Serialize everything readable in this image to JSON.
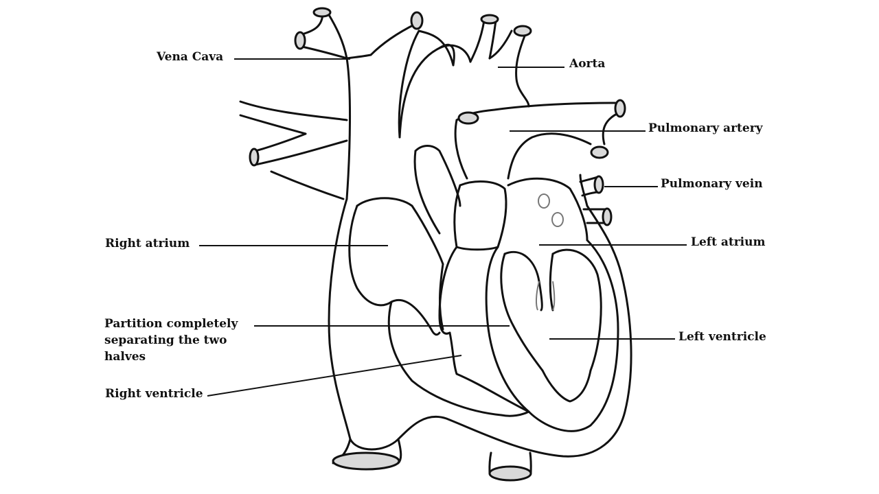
{
  "diagram": {
    "labels": {
      "vena_cava": "Vena Cava",
      "aorta": "Aorta",
      "pulmonary_artery": "Pulmonary artery",
      "pulmonary_vein": "Pulmonary vein",
      "right_atrium": "Right atrium",
      "left_atrium": "Left atrium",
      "partition": "Partition completely separating the two halves",
      "left_ventricle": "Left ventricle",
      "right_ventricle": "Right ventricle"
    }
  }
}
